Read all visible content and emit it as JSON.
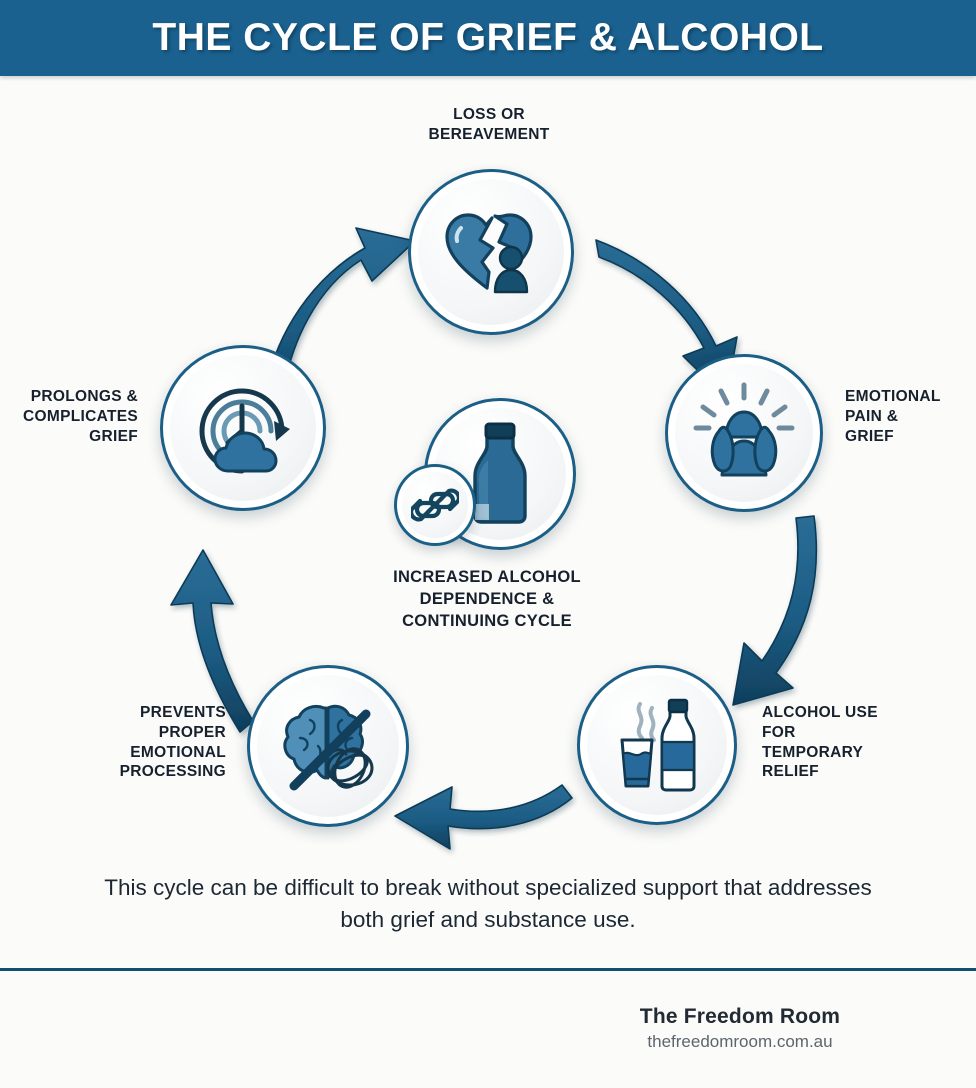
{
  "header": {
    "title": "THE CYCLE OF GRIEF & ALCOHOL"
  },
  "colors": {
    "header_bg": "#1a618f",
    "accent_dark": "#1b5e86",
    "arrow": "#1c5c84",
    "icon_fill": "#2a6e9e",
    "icon_dark": "#123a52",
    "text": "#17212e",
    "page_bg": "#fbfbf9",
    "divider": "#13506f"
  },
  "cycle": {
    "nodes": [
      {
        "id": "loss",
        "label": "LOSS OR\nBEREAVEMENT",
        "icon": "broken-heart-person-icon",
        "position": "top"
      },
      {
        "id": "pain",
        "label": "EMOTIONAL\nPAIN &\nGRIEF",
        "icon": "head-in-hands-icon",
        "position": "right"
      },
      {
        "id": "alcohol",
        "label": "ALCOHOL USE\nFOR\nTEMPORARY\nRELIEF",
        "icon": "bottle-and-glass-icon",
        "position": "bottom-right"
      },
      {
        "id": "processing",
        "label": "PREVENTS\nPROPER\nEMOTIONAL\nPROCESSING",
        "icon": "brain-blocked-tangle-icon",
        "position": "bottom-left"
      },
      {
        "id": "prolongs",
        "label": "PROLONGS &\nCOMPLICATES\nGRIEF",
        "icon": "clock-cloud-cycle-icon",
        "position": "left"
      }
    ],
    "center": {
      "label": "INCREASED ALCOHOL\nDEPENDENCE &\nCONTINUING CYCLE",
      "icons": [
        "chain-link-icon",
        "bottle-icon"
      ]
    },
    "arrows": [
      {
        "from": "prolongs",
        "to": "loss",
        "direction": "clockwise"
      },
      {
        "from": "loss",
        "to": "pain",
        "direction": "clockwise"
      },
      {
        "from": "pain",
        "to": "alcohol",
        "direction": "clockwise"
      },
      {
        "from": "alcohol",
        "to": "processing",
        "direction": "clockwise"
      },
      {
        "from": "processing",
        "to": "prolongs",
        "direction": "clockwise"
      }
    ]
  },
  "caption": "This cycle can be difficult to break without specialized support that addresses both grief and substance use.",
  "footer": {
    "name": "The Freedom Room",
    "url": "thefreedomroom.com.au"
  }
}
